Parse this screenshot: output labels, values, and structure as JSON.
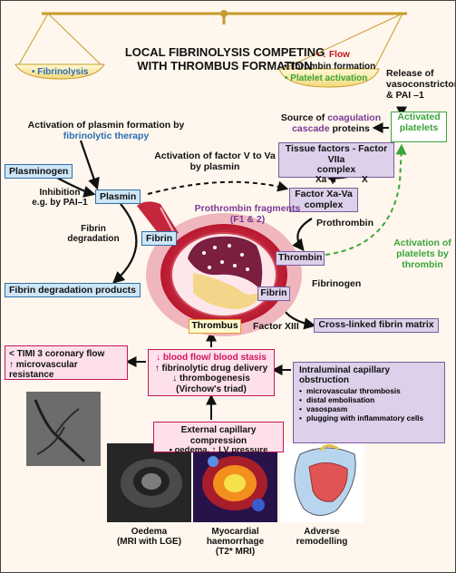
{
  "balance": {
    "title_line1": "LOCAL FIBRINOLYSIS COMPETING",
    "title_line2": "WITH THROMBUS FORMATION",
    "left_pan": "• Fibrinolysis",
    "right_flow": "• ↓ Flow",
    "right_thrombus": "• Thrombin formation",
    "right_platelet": "• Platelet activation"
  },
  "vasoconstrictors": [
    "Release of",
    "vasoconstrictors",
    "& PAI –1"
  ],
  "left": {
    "activation_line1": "Activation of plasmin formation by",
    "activation_line2": "fibrinolytic therapy",
    "plasminogen": "Plasminogen",
    "inhibition": [
      "Inhibition",
      "e.g. by PAI–1"
    ],
    "plasmin": "Plasmin",
    "fibrin_degradation": [
      "Fibrin",
      "degradation"
    ],
    "fdp": "Fibrin degradation products",
    "fibrin_small": "Fibrin"
  },
  "factorv": [
    "Activation of factor V to Va",
    "by plasmin"
  ],
  "coag": {
    "source_prefix": "Source of ",
    "source_hl1": "coagulation",
    "source_hl2": "cascade",
    "source_suffix": " proteins",
    "tissue": [
      "Tissue factors - Factor VIIa",
      "complex"
    ],
    "xa": "Xa",
    "x": "X",
    "xava": [
      "Factor Xa-Va",
      "complex"
    ],
    "prothrombin": "Prothrombin",
    "thrombin": "Thrombin",
    "fibrinogen": "Fibrinogen",
    "fibrin": "Fibrin",
    "factorxiii": "Factor XIII",
    "crosslinked": "Cross-linked fibrin matrix"
  },
  "platelets": {
    "activated": [
      "Activated",
      "platelets"
    ],
    "activation": [
      "Activation of",
      "platelets by",
      "thrombin"
    ]
  },
  "vessel": {
    "fragments": [
      "Prothrombin fragments",
      "(F1 & 2)"
    ],
    "thrombus": "Thrombus"
  },
  "flow": {
    "timi_line1": "< TIMI 3 coronary flow",
    "timi_line2": "↑ microvascular resistance",
    "center_line1": "↓ blood flow/ blood stasis",
    "center_line2": "↑ fibrinolytic drug delivery",
    "center_line3": "↓ thrombogenesis (Virchow's triad)",
    "obstruction_title": "Intraluminal capillary obstruction",
    "obstruction_items": [
      "microvascular thrombosis",
      "distal embolisation",
      "vasospasm",
      "plugging with inflammatory cells"
    ],
    "compression_title": "External capillary compression",
    "compression_sub": "• oedema, ↑ LV pressure"
  },
  "captions": {
    "oedema": [
      "Oedema",
      "(MRI with LGE)"
    ],
    "haemorrhage": [
      "Myocardial",
      "haemorrhage",
      "(T2* MRI)"
    ],
    "remodelling": [
      "Adverse",
      "remodelling"
    ]
  },
  "colors": {
    "blue_box": "#cde6f7",
    "purple_box": "#ddd0ea",
    "pink_box": "#fde0ea",
    "green": "#3aa53a",
    "background": "#fff7ed"
  }
}
